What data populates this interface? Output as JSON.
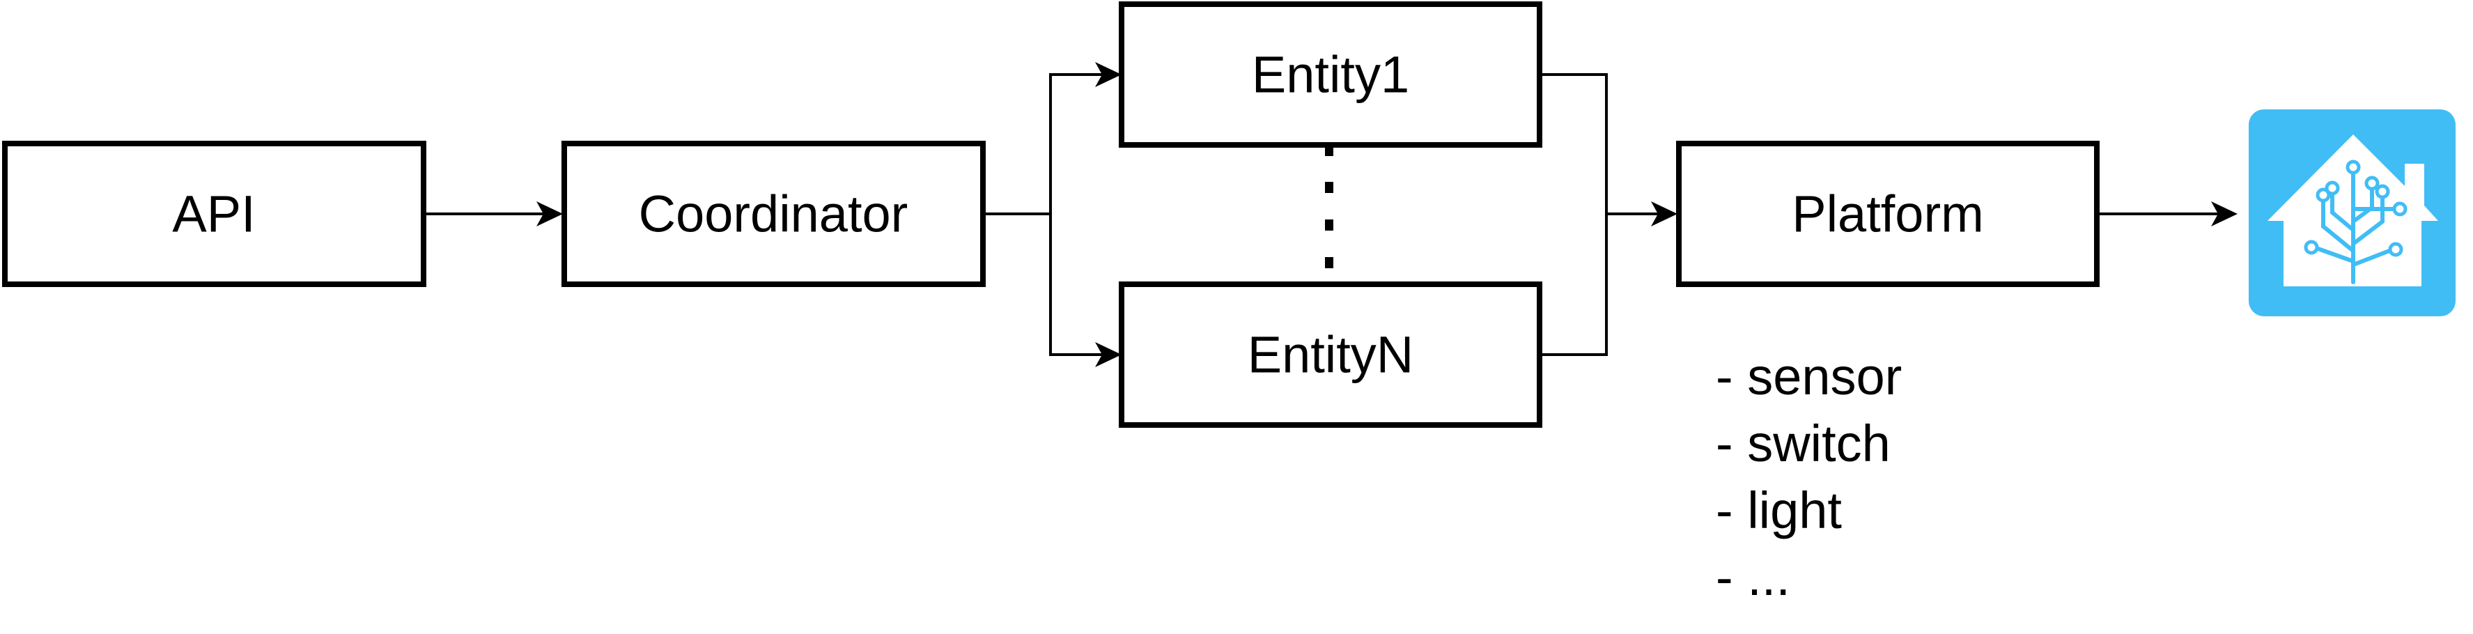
{
  "diagram": {
    "nodes": {
      "api": "API",
      "coordinator": "Coordinator",
      "entity_first": "Entity1",
      "entity_last": "EntityN",
      "platform": "Platform"
    },
    "platform_types": [
      "- sensor",
      "- switch",
      "- light",
      "- ..."
    ],
    "logo_icon": "home-assistant-icon",
    "colors": {
      "logo_background": "#41BDF5",
      "logo_tree": "#41BDF5",
      "logo_house": "#FFFFFF",
      "stroke": "#000000"
    }
  }
}
